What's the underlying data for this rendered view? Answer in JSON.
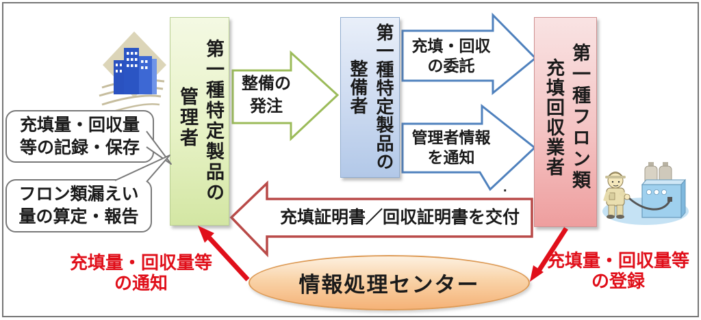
{
  "actors": {
    "manager": {
      "role_line": "第一種特定製品の",
      "name_line": "管理者"
    },
    "servicer": {
      "role_line": "第一種特定製品の",
      "name_line": "整備者"
    },
    "recovery": {
      "role_line": "第一種フロン類",
      "name_line": "充填回収業者"
    },
    "center": {
      "label": "情報処理センター"
    }
  },
  "bubbles": {
    "record": {
      "line1": "充填量・回収量",
      "line2": "等の記録・保存"
    },
    "leak": {
      "line1": "フロン類漏えい",
      "line2": "量の算定・報告"
    }
  },
  "flows": {
    "order": {
      "line1": "整備の",
      "line2": "発注"
    },
    "entrust": {
      "line1": "充填・回収",
      "line2": "の委託"
    },
    "notify_info": {
      "line1": "管理者情報",
      "line2": "を通知"
    },
    "certificate": {
      "label": "充填証明書／回収証明書を交付"
    },
    "notify_amount": {
      "line1": "充填量・回収量等",
      "line2": "の通知"
    },
    "register_amount": {
      "line1": "充填量・回収量等",
      "line2": "の登録"
    }
  },
  "misc": {
    "stray_dot": "."
  },
  "colors": {
    "manager_box": "#d3e6a3",
    "servicer_box": "#b2c8e8",
    "recovery_box": "#ee9e9e",
    "center_ellipse": "#f5b277",
    "green_arrow_stroke": "#9bbb59",
    "blue_arrow_stroke": "#4f81bd",
    "certificate_arrow_stroke": "#b94a48",
    "red_accent": "#e00f1a"
  }
}
